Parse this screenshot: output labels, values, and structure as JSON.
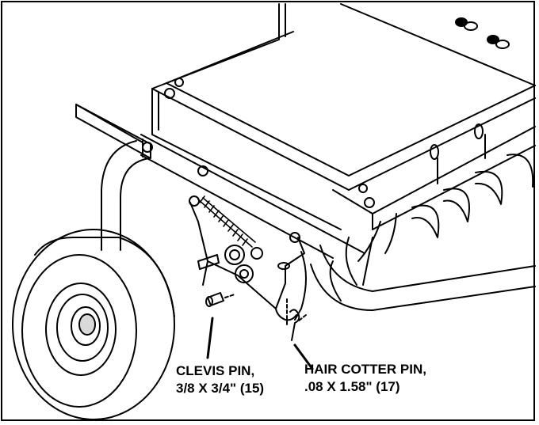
{
  "callouts": {
    "clevis_pin": {
      "line1": "CLEVIS PIN,",
      "line2": "3/8 X 3/4\" (15)"
    },
    "hair_cotter_pin": {
      "line1": "HAIR COTTER PIN,",
      "line2": ".08 X 1.58\" (17)"
    }
  },
  "colors": {
    "ink": "#000000",
    "paper": "#ffffff",
    "shade": "#d9d9d9"
  }
}
